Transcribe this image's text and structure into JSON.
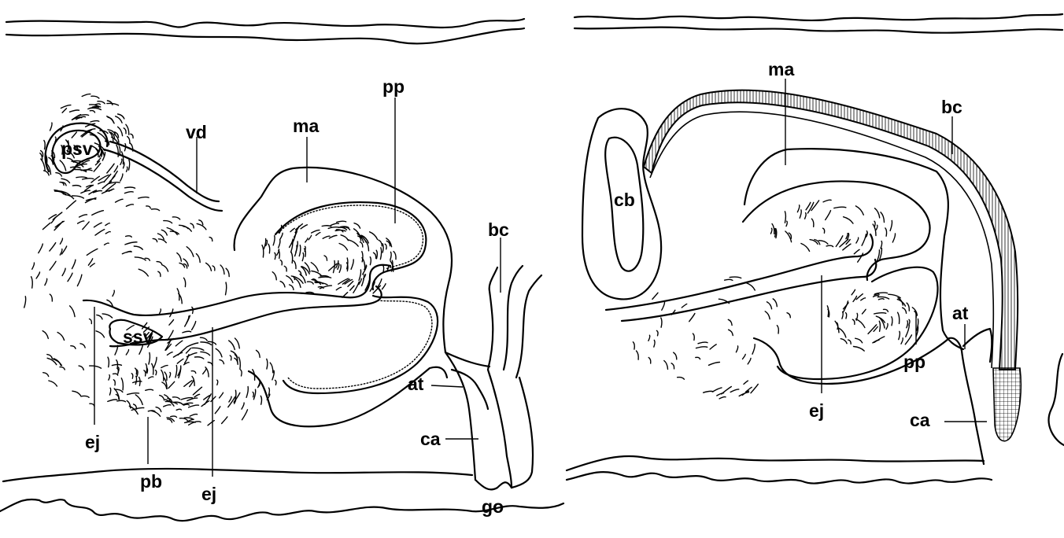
{
  "panels": [
    {
      "id": "left",
      "labels": {
        "psv": "psv",
        "vd": "vd",
        "ma": "ma",
        "pp": "pp",
        "bc": "bc",
        "ssv": "ssv",
        "at": "at",
        "ca": "ca",
        "ej_1": "ej",
        "ej_2": "ej",
        "pb": "pb",
        "go": "go"
      }
    },
    {
      "id": "right",
      "labels": {
        "ma": "ma",
        "bc": "bc",
        "cb": "cb",
        "at": "at",
        "pp": "pp",
        "ej": "ej",
        "ca": "ca"
      }
    }
  ]
}
